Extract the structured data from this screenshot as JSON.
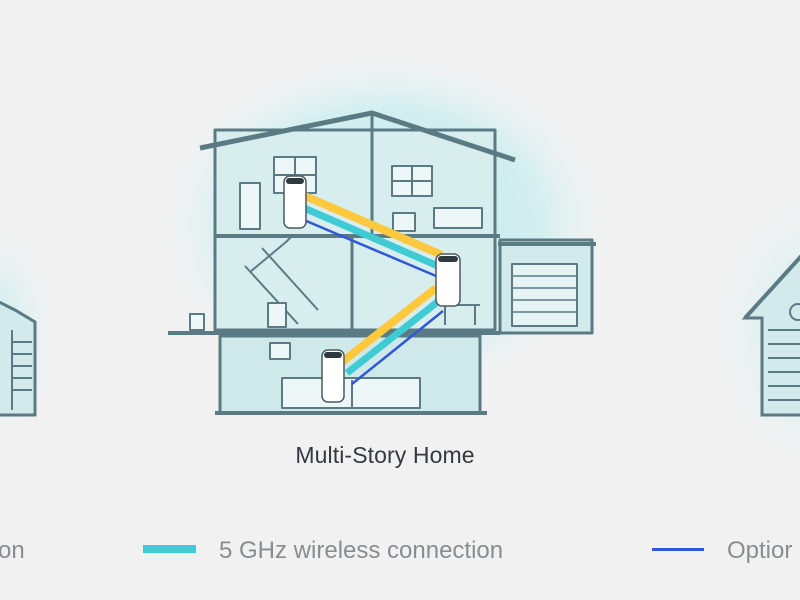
{
  "scene": {
    "caption": "Multi-Story Home"
  },
  "legend": {
    "left_partial_label": "on",
    "wireless_5ghz_label": "5 GHz wireless connection",
    "right_partial_label": "Optior"
  },
  "colors": {
    "background": "#f1f1f1",
    "house_outline": "#5b7b84",
    "house_fill": "#d9ecec",
    "glow": "#bfe9ea",
    "band_2_4ghz": "#ffc83d",
    "band_5ghz": "#3fcbd4",
    "ethernet": "#2f58d6"
  }
}
